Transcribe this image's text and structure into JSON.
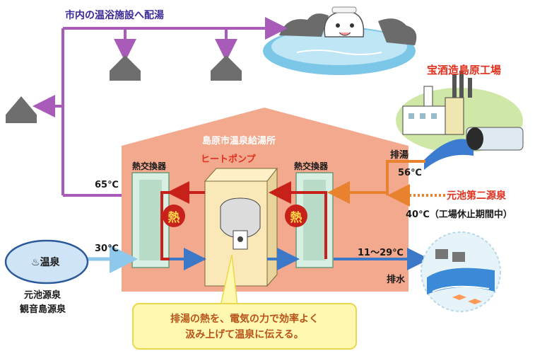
{
  "diagram": {
    "top_label": "市内の温浴施設へ配湯",
    "plant_name": "宝酒造島原工場",
    "facility_title": "島原市温泉給湯所",
    "heat_exchanger_left": "熱交換器",
    "heat_exchanger_right": "熱交換器",
    "heat_pump": "ヒートポンプ",
    "heat_badge_left": "熱",
    "heat_badge_right": "熱",
    "temp_out": "65℃",
    "temp_in": "30℃",
    "temp_drain": "11～29℃",
    "drain_label": "排水",
    "waste_hot_water": "排湯",
    "temp_waste": "56℃",
    "second_source": "元池第二源泉",
    "second_source_note": "40℃（工場休止期間中）",
    "onsen_label": "温泉",
    "source_left_1": "元池源泉",
    "source_left_2": "観音島源泉",
    "callout_line1": "排湯の熱を、電気の力で効率よく",
    "callout_line2": "汲み上げて温泉に伝える。"
  },
  "colors": {
    "supply_pipe": "#a85bb8",
    "waste_pipe": "#e8822e",
    "drain_pipe": "#3b78c8",
    "inflow_pipe": "#8ec8ea",
    "facility_body": "#f2a98e",
    "heat_red": "#c8201a",
    "text_red": "#e0301e",
    "text_purple": "#3a2a9a"
  }
}
